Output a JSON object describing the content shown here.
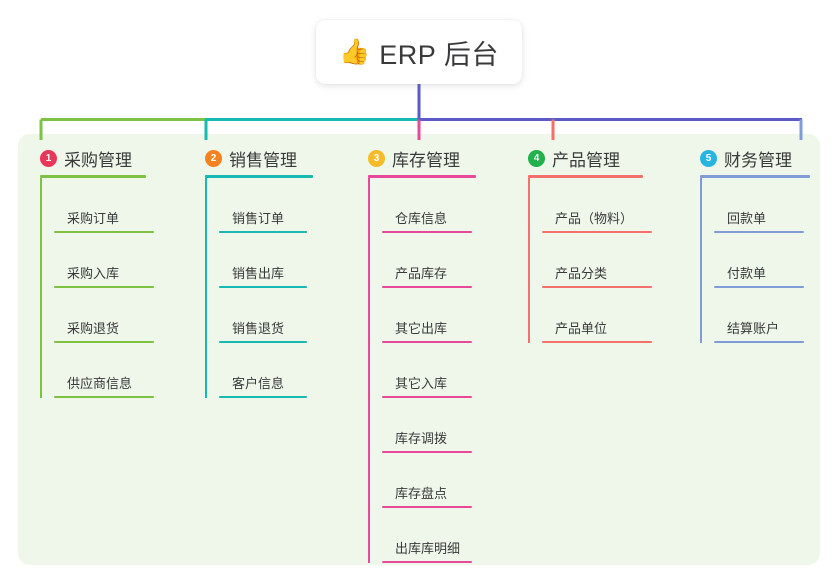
{
  "root": {
    "icon": "thumbs-up-icon",
    "icon_glyph": "👍",
    "title": "ERP 后台"
  },
  "theme": {
    "page_background": "#ffffff",
    "canvas_background": "#eef7e9",
    "root_background": "#ffffff",
    "text_color": "#3a3a3c",
    "root_stem_color": "#5b5bc8",
    "bus_color_left": "#7dc242",
    "bus_color_mid": "#17bab0",
    "bus_color_right": "#5b5bc8"
  },
  "columns": [
    {
      "index": "1",
      "title": "采购管理",
      "badge_color": "#e8385a",
      "line_color": "#7dc242",
      "items": [
        {
          "label": "采购订单"
        },
        {
          "label": "采购入库"
        },
        {
          "label": "采购退货"
        },
        {
          "label": "供应商信息"
        }
      ]
    },
    {
      "index": "2",
      "title": "销售管理",
      "badge_color": "#f58220",
      "line_color": "#17bab0",
      "items": [
        {
          "label": "销售订单"
        },
        {
          "label": "销售出库"
        },
        {
          "label": "销售退货"
        },
        {
          "label": "客户信息"
        }
      ]
    },
    {
      "index": "3",
      "title": "库存管理",
      "badge_color": "#f5bc28",
      "line_color": "#e8489a",
      "items": [
        {
          "label": "仓库信息"
        },
        {
          "label": "产品库存"
        },
        {
          "label": "其它出库"
        },
        {
          "label": "其它入库"
        },
        {
          "label": "库存调拨"
        },
        {
          "label": "库存盘点"
        },
        {
          "label": "出库库明细"
        }
      ]
    },
    {
      "index": "4",
      "title": "产品管理",
      "badge_color": "#22b14c",
      "line_color": "#f4706b",
      "items": [
        {
          "label": "产品（物料）"
        },
        {
          "label": "产品分类"
        },
        {
          "label": "产品单位"
        }
      ]
    },
    {
      "index": "5",
      "title": "财务管理",
      "badge_color": "#28b4e0",
      "line_color": "#7f9cd8",
      "items": [
        {
          "label": "回款单"
        },
        {
          "label": "付款单"
        },
        {
          "label": "结算账户"
        }
      ]
    }
  ]
}
